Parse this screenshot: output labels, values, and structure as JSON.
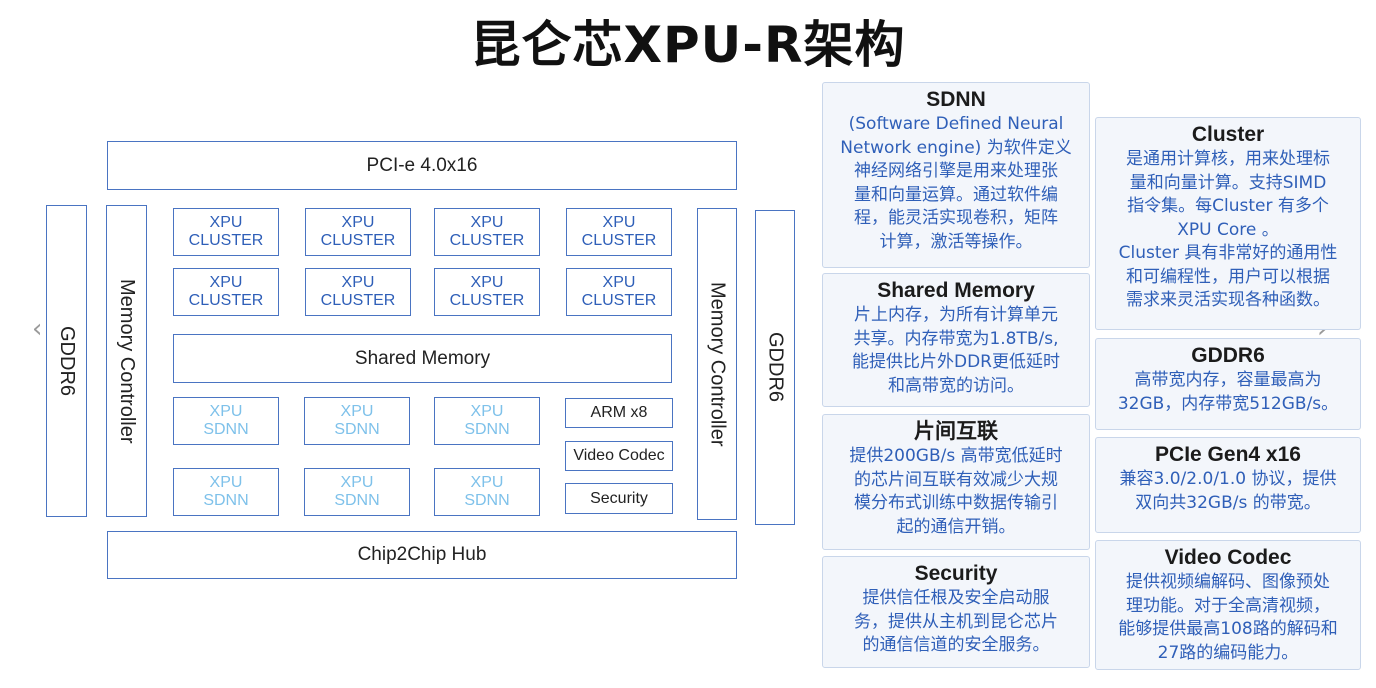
{
  "title": "昆仑芯XPU-R架构",
  "diagram": {
    "pcie": "PCI-e 4.0x16",
    "chip2chip": "Chip2Chip Hub",
    "gddr_left": "GDDR6",
    "gddr_right": "GDDR6",
    "mem_ctrl_left": "Memory Controller",
    "mem_ctrl_right": "Memory Controller",
    "shared_memory": "Shared Memory",
    "clusters": [
      {
        "line1": "XPU",
        "line2": "CLUSTER"
      },
      {
        "line1": "XPU",
        "line2": "CLUSTER"
      },
      {
        "line1": "XPU",
        "line2": "CLUSTER"
      },
      {
        "line1": "XPU",
        "line2": "CLUSTER"
      },
      {
        "line1": "XPU",
        "line2": "CLUSTER"
      },
      {
        "line1": "XPU",
        "line2": "CLUSTER"
      },
      {
        "line1": "XPU",
        "line2": "CLUSTER"
      },
      {
        "line1": "XPU",
        "line2": "CLUSTER"
      }
    ],
    "sdnn_units": [
      {
        "line1": "XPU",
        "line2": "SDNN"
      },
      {
        "line1": "XPU",
        "line2": "SDNN"
      },
      {
        "line1": "XPU",
        "line2": "SDNN"
      },
      {
        "line1": "XPU",
        "line2": "SDNN"
      },
      {
        "line1": "XPU",
        "line2": "SDNN"
      },
      {
        "line1": "XPU",
        "line2": "SDNN"
      }
    ],
    "arm": "ARM x8",
    "video_codec": "Video Codec",
    "security": "Security"
  },
  "nav": {
    "prev": "‹",
    "next": "›"
  },
  "cards": {
    "sdnn": {
      "title": "SDNN",
      "body": "(Software Defined Neural\nNetwork engine) 为软件定义\n神经网络引擎是用来处理张\n量和向量运算。通过软件编\n程，能灵活实现卷积，矩阵\n计算，激活等操作。"
    },
    "shared_memory": {
      "title": "Shared Memory",
      "body": "片上内存，为所有计算单元\n共享。内存带宽为1.8TB/s,\n能提供比片外DDR更低延时\n和高带宽的访问。"
    },
    "interconnect": {
      "title": "片间互联",
      "body": "提供200GB/s 高带宽低延时\n的芯片间互联有效减少大规\n模分布式训练中数据传输引\n起的通信开销。"
    },
    "security": {
      "title": "Security",
      "body": "提供信任根及安全启动服\n务，提供从主机到昆仑芯片\n的通信信道的安全服务。"
    },
    "cluster": {
      "title": "Cluster",
      "body": "是通用计算核，用来处理标\n量和向量计算。支持SIMD\n指令集。每Cluster 有多个\nXPU Core 。\nCluster 具有非常好的通用性\n和可编程性，用户可以根据\n需求来灵活实现各种函数。"
    },
    "gddr6": {
      "title": "GDDR6",
      "body": "高带宽内存，容量最高为\n32GB，内存带宽512GB/s。"
    },
    "pcie": {
      "title": "PCIe Gen4 x16",
      "body": "兼容3.0/2.0/1.0 协议，提供\n双向共32GB/s 的带宽。"
    },
    "video_codec": {
      "title": "Video Codec",
      "body": "提供视频编解码、图像预处\n理功能。对于全高清视频，\n能够提供最高108路的解码和\n27路的编码能力。"
    }
  }
}
